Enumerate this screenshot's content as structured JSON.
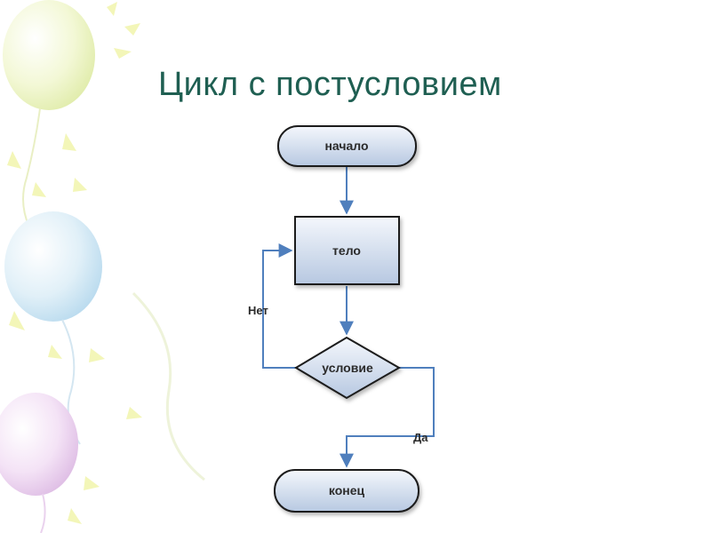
{
  "slide": {
    "title": "Цикл с постусловием"
  },
  "flowchart": {
    "nodes": {
      "start": "начало",
      "body": "тело",
      "condition": "условие",
      "end": "конец"
    },
    "edges": {
      "no": "Нет",
      "yes": "Да"
    },
    "colors": {
      "node_fill_top": "#f4f7fc",
      "node_fill_bottom": "#b7c8e1",
      "node_stroke": "#1d1d1d",
      "arrow": "#4f7fbd"
    }
  }
}
